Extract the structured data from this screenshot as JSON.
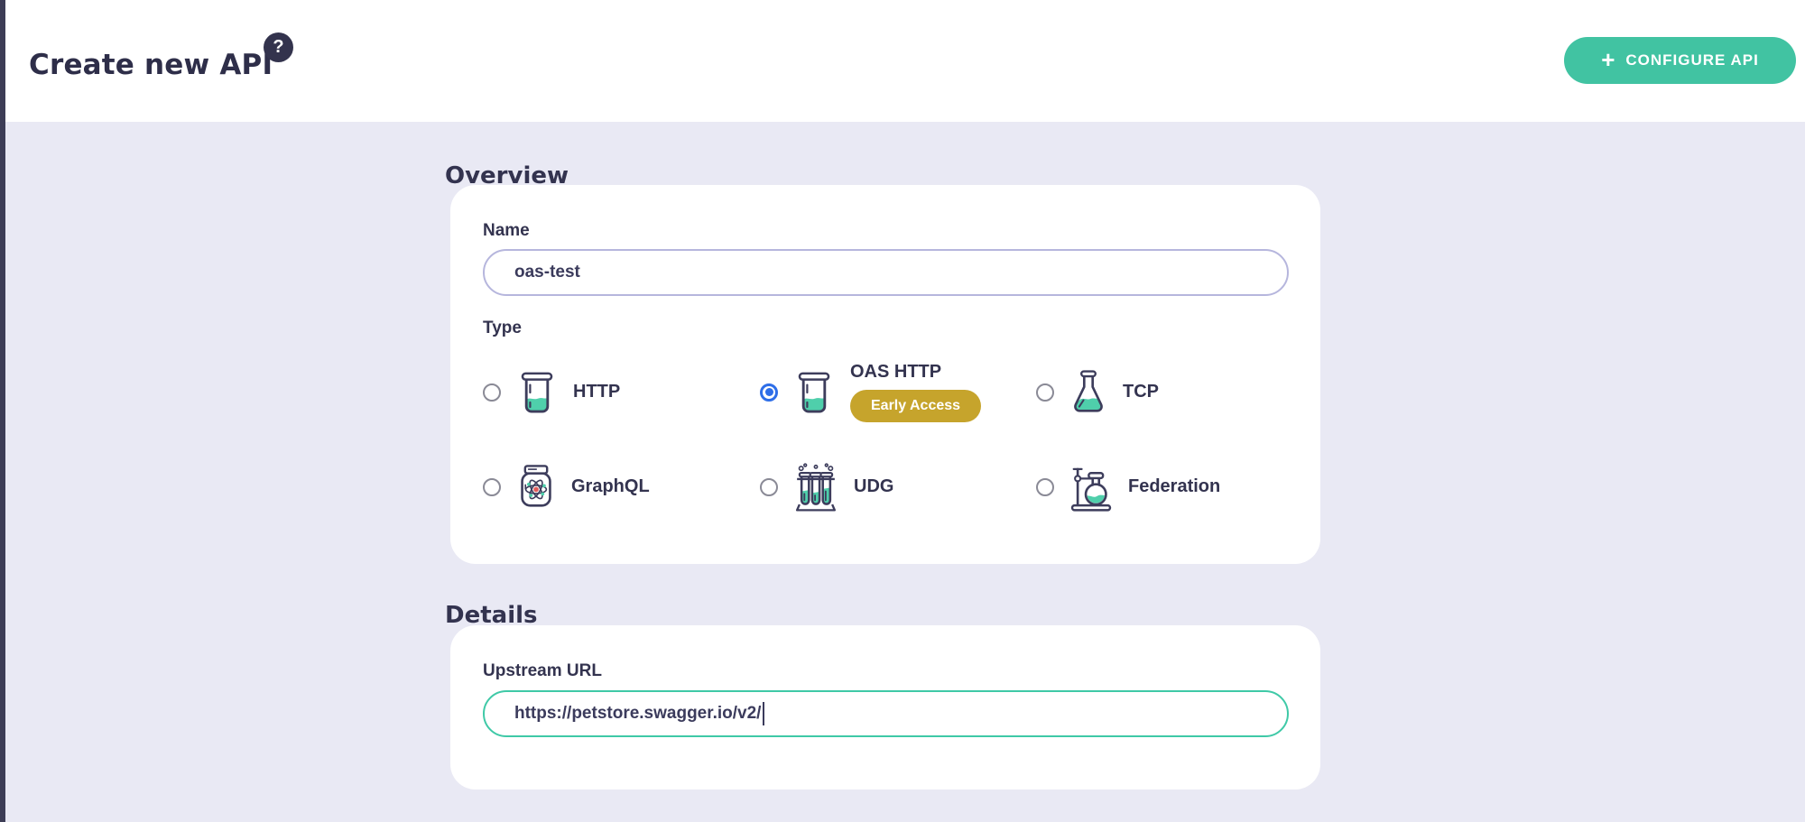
{
  "page": {
    "title": "Create new API",
    "help_icon_glyph": "?"
  },
  "header": {
    "configure_button": {
      "plus_glyph": "+",
      "label": "CONFIGURE API"
    }
  },
  "overview": {
    "heading": "Overview",
    "name_label": "Name",
    "name_value": "oas-test",
    "type_label": "Type",
    "types": [
      {
        "label": "HTTP",
        "icon": "beaker-icon",
        "selected": false
      },
      {
        "label": "OAS HTTP",
        "icon": "beaker-icon",
        "selected": true,
        "badge": "Early Access"
      },
      {
        "label": "TCP",
        "icon": "erlenmeyer-flask-icon",
        "selected": false
      },
      {
        "label": "GraphQL",
        "icon": "atom-jar-icon",
        "selected": false
      },
      {
        "label": "UDG",
        "icon": "test-tube-rack-icon",
        "selected": false
      },
      {
        "label": "Federation",
        "icon": "stand-flask-icon",
        "selected": false
      }
    ]
  },
  "details": {
    "heading": "Details",
    "upstream_label": "Upstream URL",
    "upstream_value": "https://petstore.swagger.io/v2/"
  },
  "colors": {
    "accent_teal": "#41c3a2",
    "liquid_teal": "#4fcfab",
    "badge_gold": "#c6a42c",
    "radio_selected_blue": "#2e6ee8",
    "text_navy": "#33334f",
    "background_lavender": "#e9e9f4",
    "input_border_purple": "#b6b6dd",
    "input_border_teal": "#3fc9a7",
    "sidebar_strip": "#3d3d56"
  }
}
